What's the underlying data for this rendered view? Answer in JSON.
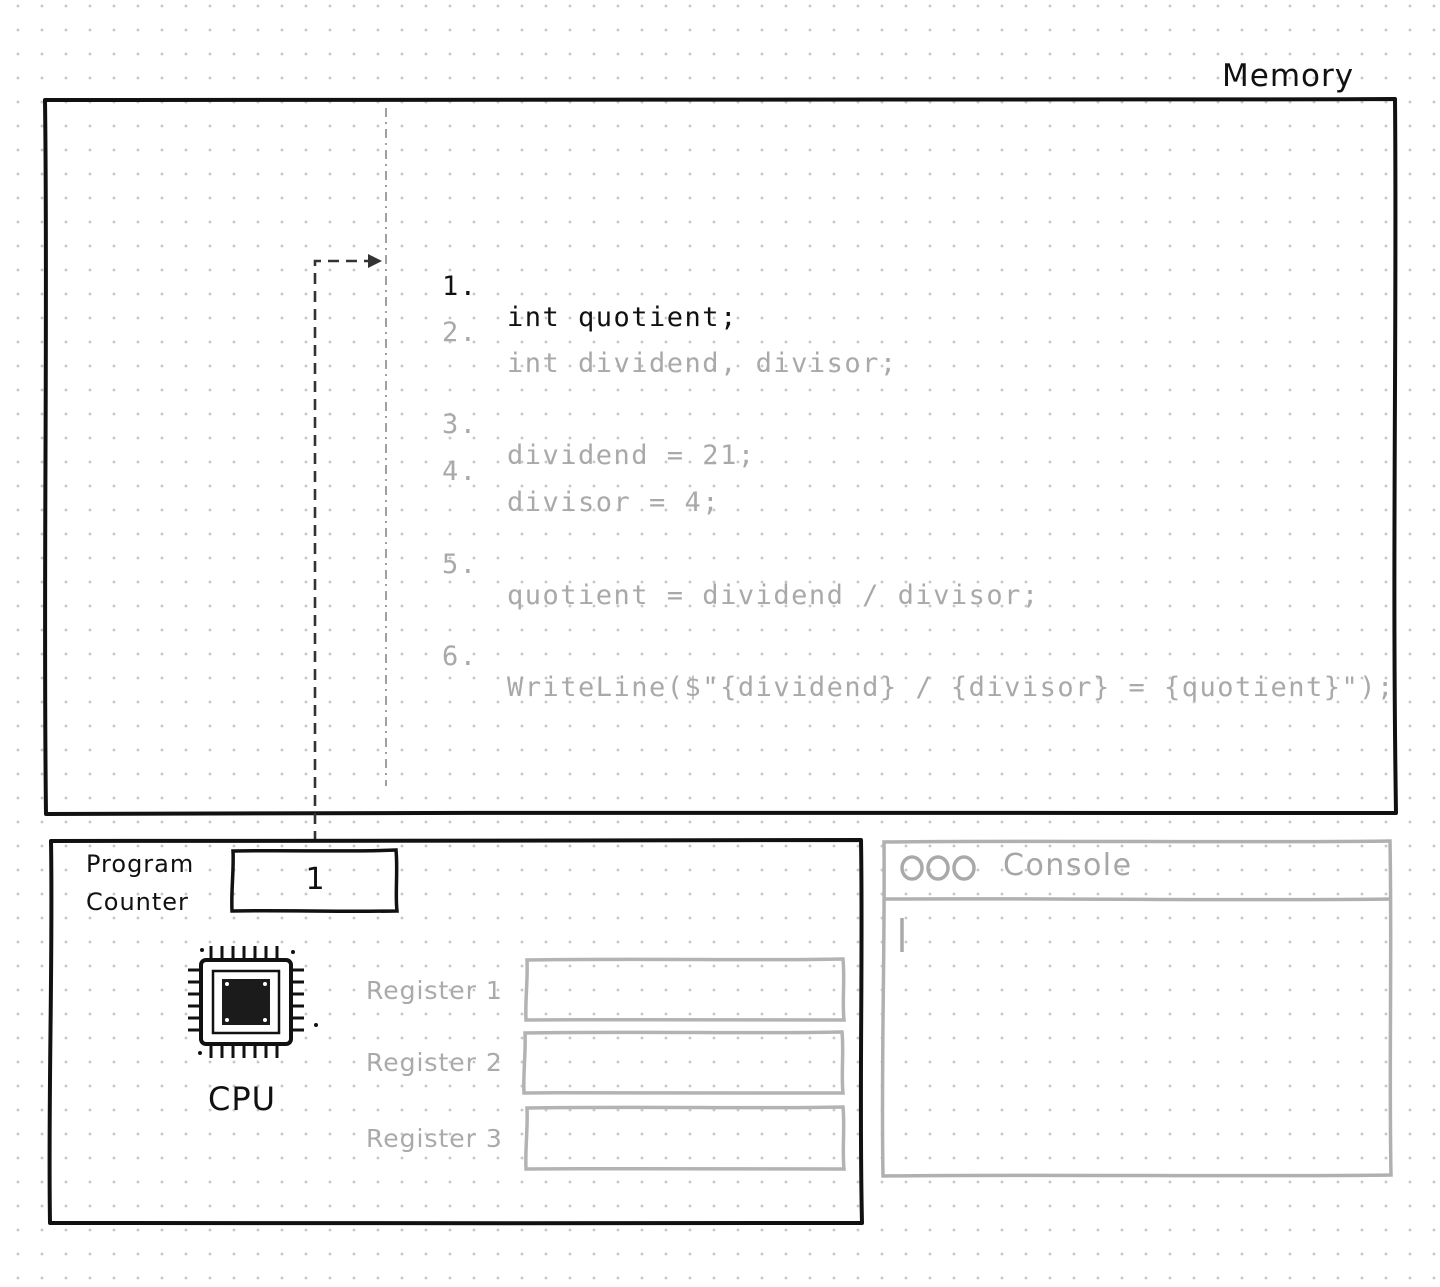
{
  "memory": {
    "title": "Memory",
    "code_lines": [
      {
        "number": "1.",
        "text": "int quotient;",
        "active": true
      },
      {
        "number": "2.",
        "text": "int dividend, divisor;",
        "active": false
      },
      {
        "number": "3.",
        "text": "dividend = 21;",
        "active": false
      },
      {
        "number": "4.",
        "text": "divisor = 4;",
        "active": false
      },
      {
        "number": "5.",
        "text": "quotient = dividend / divisor;",
        "active": false
      },
      {
        "number": "6.",
        "text": "WriteLine($\"{dividend} / {divisor} = {quotient}\");",
        "active": false
      }
    ]
  },
  "cpu": {
    "program_counter_label": "Program\nCounter",
    "program_counter_value": "1",
    "cpu_label": "CPU",
    "registers": [
      {
        "label": "Register 1",
        "value": ""
      },
      {
        "label": "Register 2",
        "value": ""
      },
      {
        "label": "Register 3",
        "value": ""
      }
    ]
  },
  "console": {
    "title": "Console",
    "output": ""
  },
  "colors": {
    "ink": "#111111",
    "faded": "#a9a9a9",
    "dots": "#c9c9c9"
  },
  "icons": {
    "chip": "cpu-chip-icon",
    "window_controls": "window-controls-icon",
    "pointer": "pointer-arrow-icon"
  }
}
